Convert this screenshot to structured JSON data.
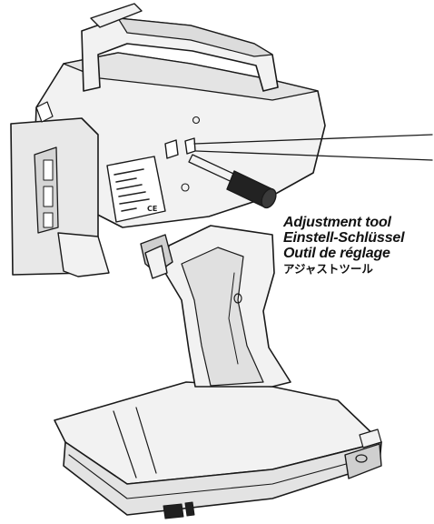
{
  "callout": {
    "lines": [
      "Adjustment tool",
      "Einstell-Schlüssel",
      "Outil de réglage",
      "アジャストツール"
    ]
  },
  "colors": {
    "outline": "#1a1a1a",
    "body_fill": "#f2f2f2",
    "shade_fill": "#d9d9d9",
    "dark_fill": "#b5b5b5",
    "tool_fill": "#222222"
  },
  "icons": {
    "transmitter": "rc-pistol-transmitter-illustration",
    "tool": "hex-adjustment-tool"
  }
}
